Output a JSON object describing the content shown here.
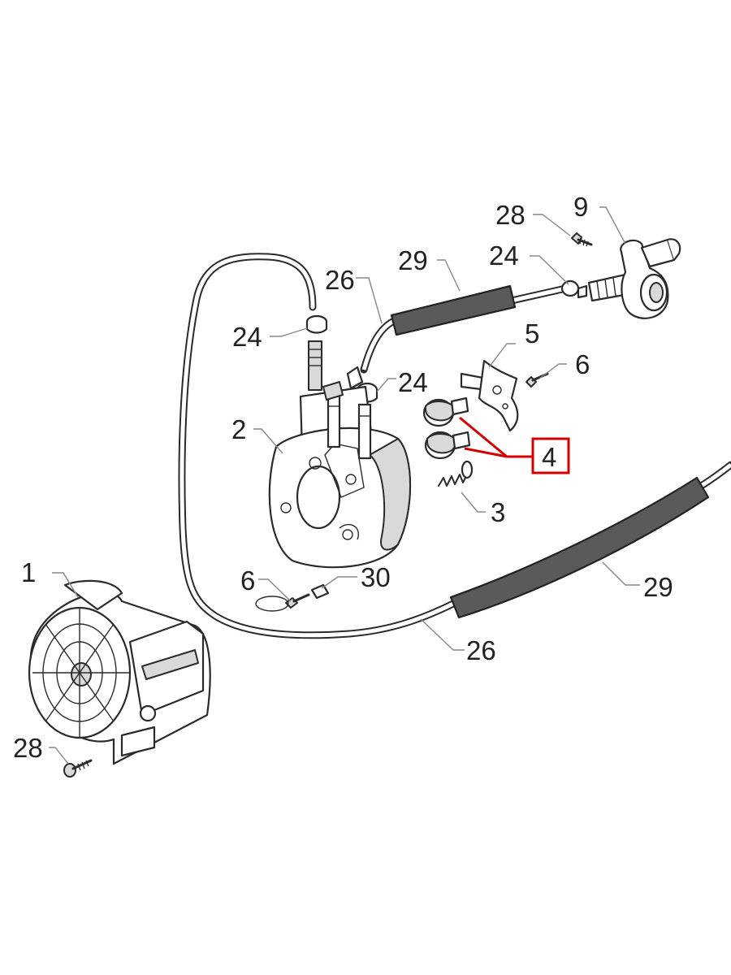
{
  "callouts": {
    "c1": "1",
    "c2": "2",
    "c3": "3",
    "c4": "4",
    "c5": "5",
    "c6a": "6",
    "c6b": "6",
    "c9": "9",
    "c24a": "24",
    "c24b": "24",
    "c24c": "24",
    "c26a": "26",
    "c26b": "26",
    "c28a": "28",
    "c28b": "28",
    "c29a": "29",
    "c29b": "29",
    "c30": "30"
  },
  "colors": {
    "highlight": "#d40000",
    "hose_sleeve": "#5a5a5a",
    "line": "#2b2b2b"
  }
}
